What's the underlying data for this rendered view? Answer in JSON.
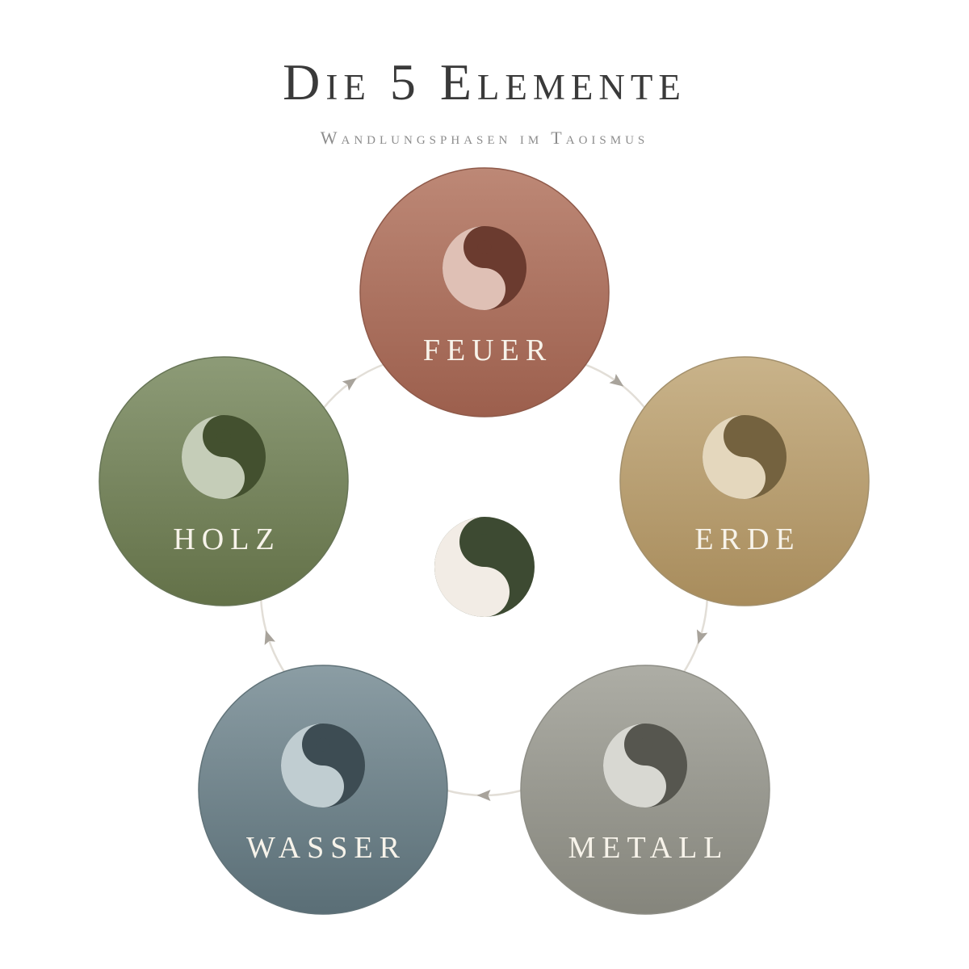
{
  "header": {
    "title": "Die 5 Elemente",
    "subtitle": "Wandlungsphasen im Taoismus"
  },
  "elements": [
    {
      "key": "feuer",
      "label": "FEUER",
      "icon": "yin-yang-icon",
      "colors": {
        "top": "#bd8876",
        "bottom": "#9c5f4d",
        "light": "#dfc0b5",
        "dark": "#6b3b2f",
        "stroke": "#8f5a4a"
      }
    },
    {
      "key": "erde",
      "label": "ERDE",
      "icon": "yin-yang-icon",
      "colors": {
        "top": "#c9b38a",
        "bottom": "#a88c5c",
        "light": "#e4d7bd",
        "dark": "#74623f",
        "stroke": "#a3906c"
      }
    },
    {
      "key": "metall",
      "label": "METALL",
      "icon": "yin-yang-icon",
      "colors": {
        "top": "#adada5",
        "bottom": "#85857c",
        "light": "#d8d8d2",
        "dark": "#56564f",
        "stroke": "#8e8e86"
      }
    },
    {
      "key": "wasser",
      "label": "WASSER",
      "icon": "yin-yang-icon",
      "colors": {
        "top": "#8b9da4",
        "bottom": "#5a6e76",
        "light": "#c0cdd1",
        "dark": "#3d4c53",
        "stroke": "#617379"
      }
    },
    {
      "key": "holz",
      "label": "HOLZ",
      "icon": "yin-yang-icon",
      "colors": {
        "top": "#8d9b77",
        "bottom": "#637148",
        "light": "#c5cdb8",
        "dark": "#43502f",
        "stroke": "#677556"
      }
    }
  ],
  "center": {
    "icon": "yin-yang-icon",
    "light": "#f2ece5",
    "dark": "#3d4a32"
  },
  "cycle": {
    "direction": "clockwise",
    "arrow_color": "#a8a39b",
    "line_color": "#e2ded7"
  }
}
